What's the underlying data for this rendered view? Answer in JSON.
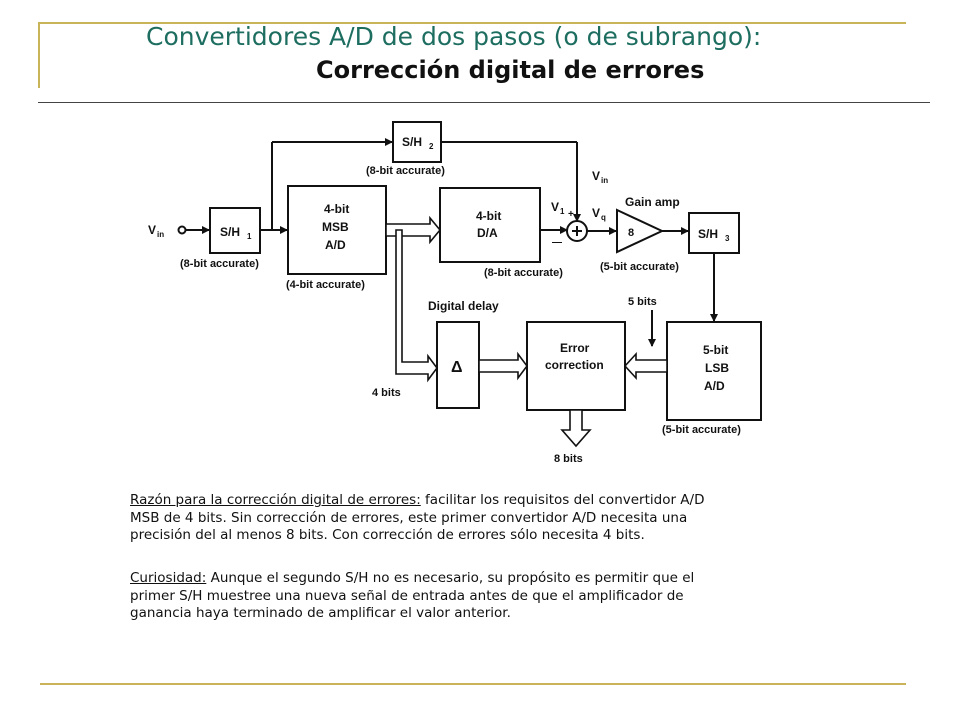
{
  "slide": {
    "title_line1": "Convertidores A/D de dos pasos (o de subrango):",
    "title_line2": "Corrección digital de errores"
  },
  "diagram": {
    "labels": {
      "vin_input": "V",
      "vin_input_sub": "in",
      "sh1": "S/H",
      "sh1_sub": "1",
      "sh1_note": "(8-bit accurate)",
      "sh2": "S/H",
      "sh2_sub": "2",
      "sh2_note": "(8-bit accurate)",
      "msb_line1": "4-bit",
      "msb_line2": "MSB",
      "msb_line3": "A/D",
      "msb_note": "(4-bit accurate)",
      "da_line1": "4-bit",
      "da_line2": "D/A",
      "da_note": "(8-bit accurate)",
      "v1": "V",
      "v1_sub": "1",
      "vin_sum": "V",
      "vin_sum_sub": "in",
      "vq": "V",
      "vq_sub": "q",
      "sum_plus": "+",
      "sum_minus": "—",
      "gain_amp": "Gain amp",
      "gain_value": "8",
      "gain_note": "(5-bit accurate)",
      "sh3": "S/H",
      "sh3_sub": "3",
      "digital_delay": "Digital delay",
      "delta": "Δ",
      "four_bits": "4 bits",
      "error_line1": "Error",
      "error_line2": "correction",
      "five_bits": "5 bits",
      "lsb_line1": "5-bit",
      "lsb_line2": "LSB",
      "lsb_line3": "A/D",
      "lsb_note": "(5-bit accurate)",
      "eight_bits": "8 bits"
    }
  },
  "text": {
    "p1_label": "Razón para la corrección digital de errores:",
    "p1_body_line1": " facilitar los requisitos del convertidor A/D",
    "p1_line2": "MSB de 4 bits. Sin corrección de errores, este primer convertidor A/D necesita una",
    "p1_line3": "precisión del al menos 8 bits. Con corrección de errores sólo necesita 4 bits.",
    "p2_label": "Curiosidad:",
    "p2_body_line1": " Aunque el segundo S/H no es necesario, su propósito es permitir que el",
    "p2_line2": "primer S/H muestree una nueva señal de entrada antes de que el amplificador de",
    "p2_line3": "ganancia haya terminado de amplificar el valor anterior."
  }
}
